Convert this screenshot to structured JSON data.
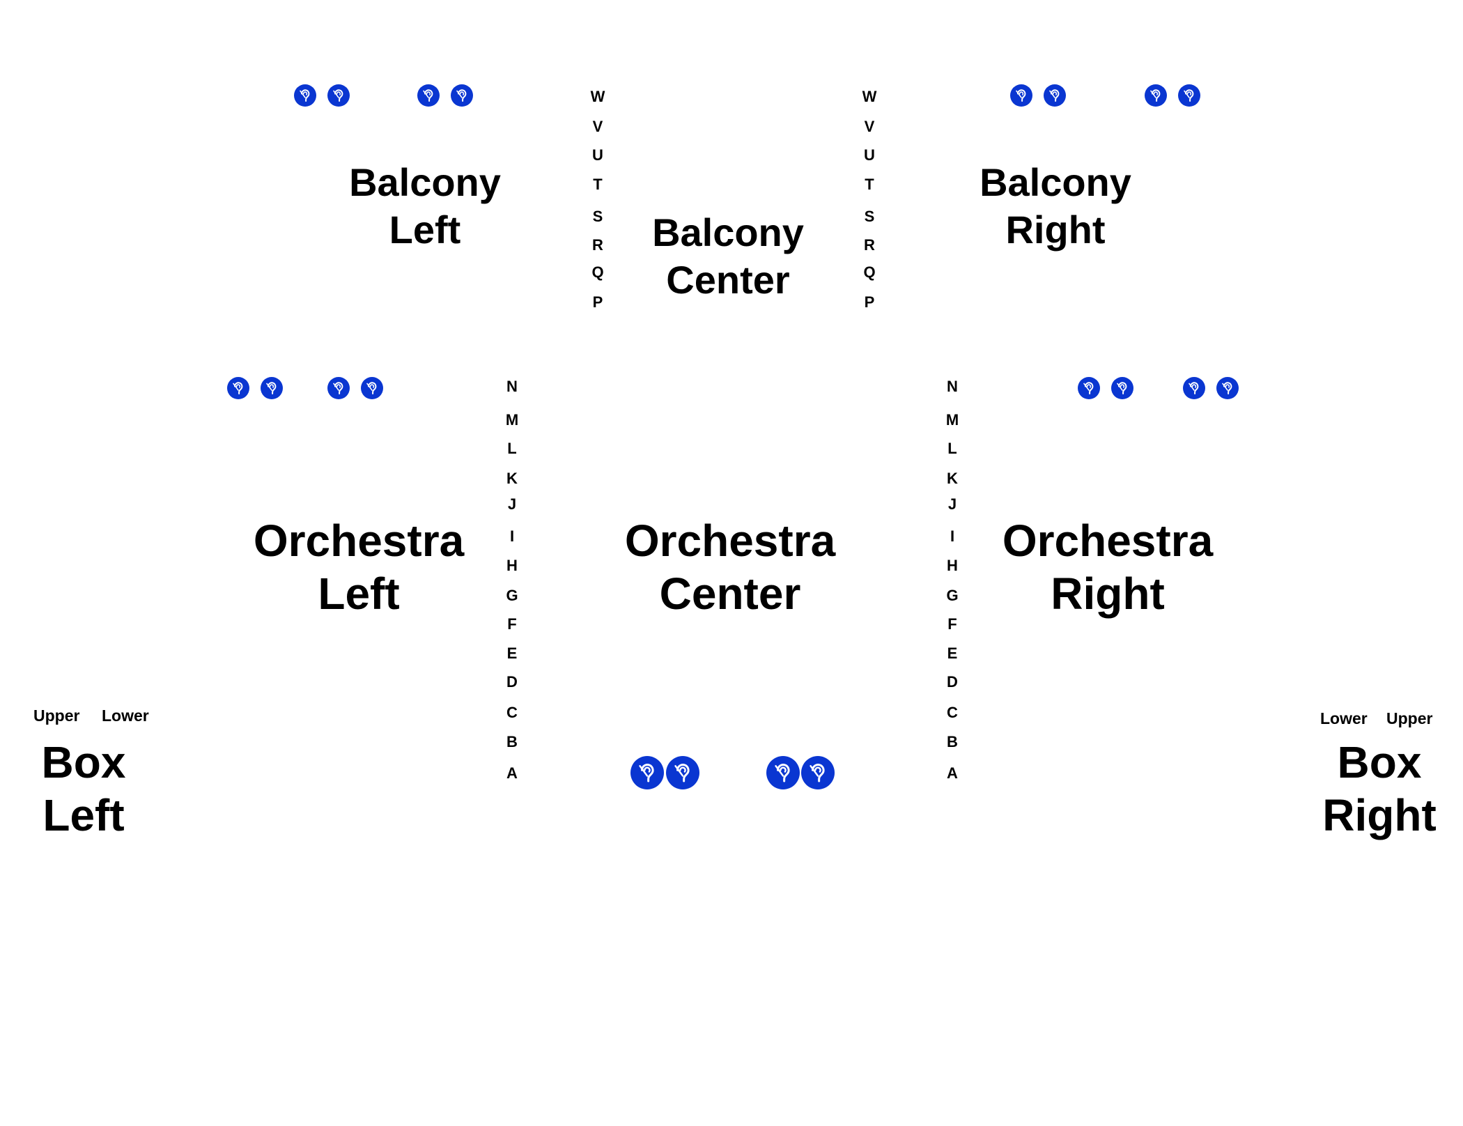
{
  "colors": {
    "accessible": "#0a36d1",
    "text": "#000000",
    "background": "#ffffff"
  },
  "sections": {
    "balcony_left": [
      "Balcony",
      "Left"
    ],
    "balcony_center": [
      "Balcony",
      "Center"
    ],
    "balcony_right": [
      "Balcony",
      "Right"
    ],
    "orchestra_left": [
      "Orchestra",
      "Left"
    ],
    "orchestra_center": [
      "Orchestra",
      "Center"
    ],
    "orchestra_right": [
      "Orchestra",
      "Right"
    ],
    "box_left": [
      "Box",
      "Left"
    ],
    "box_right": [
      "Box",
      "Right"
    ]
  },
  "balcony_rows": [
    "W",
    "V",
    "U",
    "T",
    "S",
    "R",
    "Q",
    "P"
  ],
  "orchestra_rows": [
    "N",
    "M",
    "L",
    "K",
    "J",
    "I",
    "H",
    "G",
    "F",
    "E",
    "D",
    "C",
    "B",
    "A"
  ],
  "box_left_tiers": [
    "Upper",
    "Lower"
  ],
  "box_right_tiers": [
    "Lower",
    "Upper"
  ],
  "accessible_seat_icon": "hearing-assist-icon"
}
